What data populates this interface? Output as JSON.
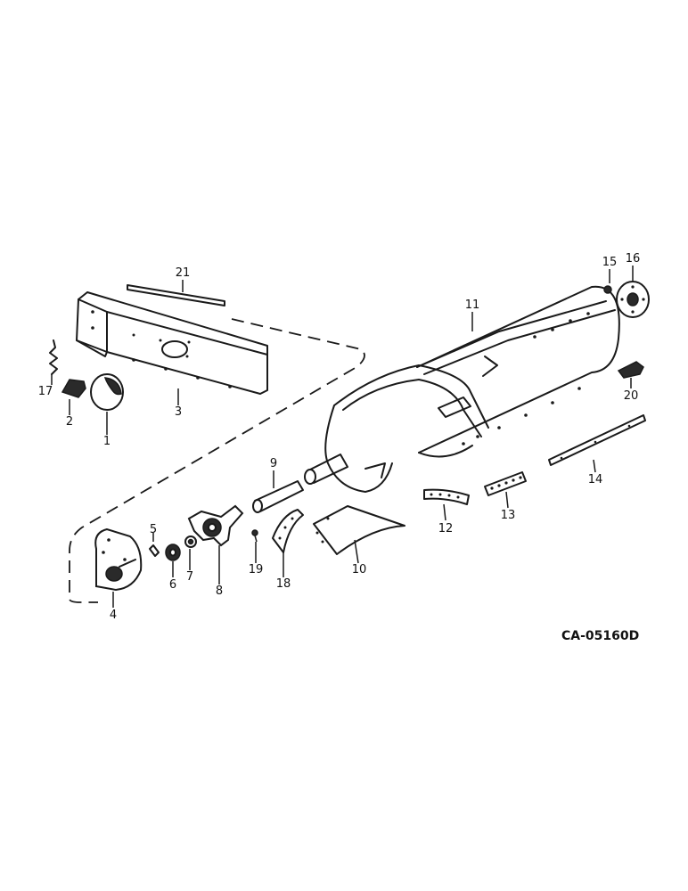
{
  "diagram": {
    "drawing_code": "CA-05160D",
    "callouts": [
      "1",
      "2",
      "3",
      "4",
      "5",
      "6",
      "7",
      "8",
      "9",
      "10",
      "11",
      "12",
      "13",
      "14",
      "15",
      "16",
      "17",
      "18",
      "19",
      "20",
      "21"
    ]
  }
}
